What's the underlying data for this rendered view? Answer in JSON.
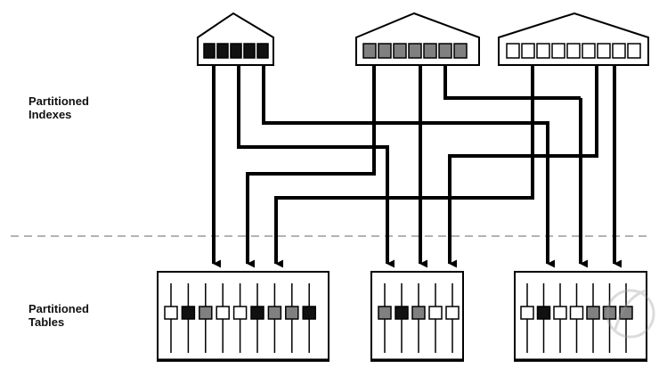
{
  "labels": {
    "indexes": [
      "Partitioned",
      "Indexes"
    ],
    "tables": [
      "Partitioned",
      "Tables"
    ]
  },
  "colors": {
    "stroke": "#000000",
    "dark": "#111111",
    "gray": "#808080",
    "white": "#ffffff",
    "separator": "#9a9a9a",
    "watermark": "#d0d0d0"
  },
  "index_partitions": [
    {
      "id": "idx-1",
      "cells": [
        "dark",
        "dark",
        "dark",
        "dark",
        "dark"
      ]
    },
    {
      "id": "idx-2",
      "cells": [
        "gray",
        "gray",
        "gray",
        "gray",
        "gray",
        "gray",
        "gray"
      ]
    },
    {
      "id": "idx-3",
      "cells": [
        "white",
        "white",
        "white",
        "white",
        "white",
        "white",
        "white",
        "white",
        "white"
      ]
    }
  ],
  "table_partitions": [
    {
      "id": "tab-1",
      "cells": [
        "white",
        "dark",
        "gray",
        "white",
        "white",
        "dark",
        "gray",
        "gray",
        "dark"
      ]
    },
    {
      "id": "tab-2",
      "cells": [
        "gray",
        "dark",
        "gray",
        "white",
        "white"
      ]
    },
    {
      "id": "tab-3",
      "cells": [
        "white",
        "dark",
        "white",
        "white",
        "gray",
        "gray",
        "gray"
      ]
    }
  ]
}
